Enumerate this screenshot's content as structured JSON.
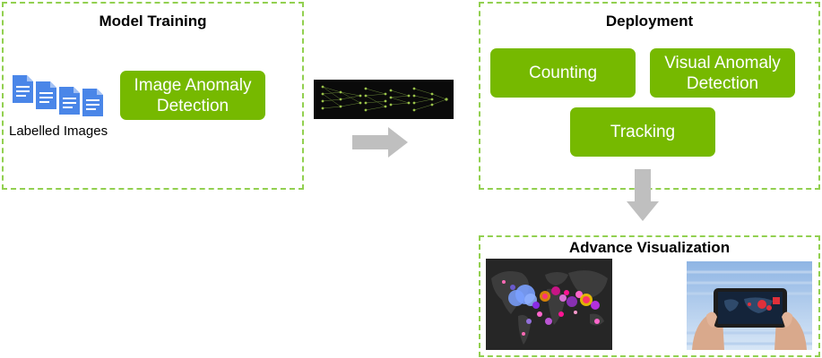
{
  "training": {
    "title": "Model Training",
    "images_label": "Labelled Images",
    "box_label": "Image Anomaly Detection"
  },
  "deployment": {
    "title": "Deployment",
    "boxes": [
      "Counting",
      "Visual Anomaly Detection",
      "Tracking"
    ]
  },
  "visualization": {
    "title": "Advance Visualization"
  },
  "colors": {
    "accent_green": "#76b900",
    "dashed_border": "#92d050",
    "arrow_gray": "#bfbfbf",
    "doc_blue": "#4a86e8"
  },
  "icons": {
    "documents": "document-icon",
    "network": "neural-network-icon",
    "arrows": "arrow-right-icon, arrow-down-icon",
    "map": "world-heatmap-image",
    "phone": "phone-in-hands-image"
  }
}
